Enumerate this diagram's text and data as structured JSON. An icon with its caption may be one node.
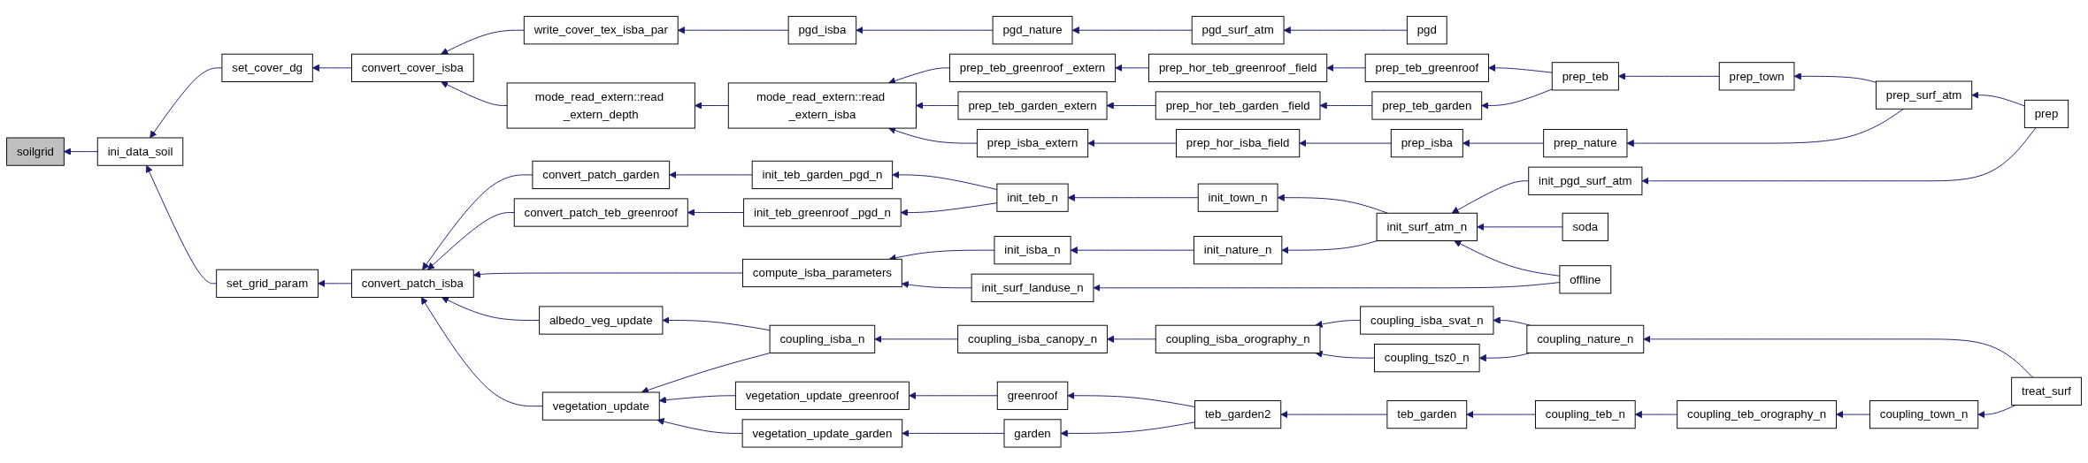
{
  "diagram": {
    "nodes": [
      {
        "text": [
          "soilgrid"
        ]
      },
      {
        "text": [
          "ini_data_soil"
        ]
      },
      {
        "text": [
          "set_cover_dg"
        ]
      },
      {
        "text": [
          "set_grid_param"
        ]
      },
      {
        "text": [
          "convert_cover_isba"
        ]
      },
      {
        "text": [
          "convert_patch_isba"
        ]
      },
      {
        "text": [
          "write_cover_tex_isba_par"
        ]
      },
      {
        "text": [
          "mode_read_extern::read _extern_depth"
        ]
      },
      {
        "text": [
          "convert_patch_garden"
        ]
      },
      {
        "text": [
          "convert_patch_teb_greenroof"
        ]
      },
      {
        "text": [
          "albedo_veg_update"
        ]
      },
      {
        "text": [
          "vegetation_update"
        ]
      },
      {
        "text": [
          "pgd_isba"
        ]
      },
      {
        "text": [
          "mode_read_extern::read _extern_isba"
        ]
      },
      {
        "text": [
          "init_teb_garden_pgd_n"
        ]
      },
      {
        "text": [
          "init_teb_greenroof _pgd_n"
        ]
      },
      {
        "text": [
          "compute_isba_parameters"
        ]
      },
      {
        "text": [
          "coupling_isba_n"
        ]
      },
      {
        "text": [
          "vegetation_update_greenroof"
        ]
      },
      {
        "text": [
          "vegetation_update_garden"
        ]
      },
      {
        "text": [
          "pgd_nature"
        ]
      },
      {
        "text": [
          "prep_teb_greenroof _extern"
        ]
      },
      {
        "text": [
          "prep_teb_garden_extern"
        ]
      },
      {
        "text": [
          "prep_isba_extern"
        ]
      },
      {
        "text": [
          "init_teb_n"
        ]
      },
      {
        "text": [
          "init_isba_n"
        ]
      },
      {
        "text": [
          "coupling_isba_canopy_n"
        ]
      },
      {
        "text": [
          "greenroof"
        ]
      },
      {
        "text": [
          "garden"
        ]
      },
      {
        "text": [
          "pgd_surf_atm"
        ]
      },
      {
        "text": [
          "prep_hor_teb_greenroof _field"
        ]
      },
      {
        "text": [
          "prep_hor_teb_garden _field"
        ]
      },
      {
        "text": [
          "prep_hor_isba_field"
        ]
      },
      {
        "text": [
          "init_town_n"
        ]
      },
      {
        "text": [
          "init_nature_n"
        ]
      },
      {
        "text": [
          "init_surf_landuse_n"
        ]
      },
      {
        "text": [
          "coupling_isba_orography_n"
        ]
      },
      {
        "text": [
          "teb_garden2"
        ]
      },
      {
        "text": [
          "pgd"
        ]
      },
      {
        "text": [
          "prep_teb_greenroof"
        ]
      },
      {
        "text": [
          "prep_teb_garden"
        ]
      },
      {
        "text": [
          "prep_isba"
        ]
      },
      {
        "text": [
          "init_surf_atm_n"
        ]
      },
      {
        "text": [
          "coupling_isba_svat_n"
        ]
      },
      {
        "text": [
          "coupling_tsz0_n"
        ]
      },
      {
        "text": [
          "teb_garden"
        ]
      },
      {
        "text": [
          "prep_teb"
        ]
      },
      {
        "text": [
          "soda"
        ]
      },
      {
        "text": [
          "offline"
        ]
      },
      {
        "text": [
          "coupling_nature_n"
        ]
      },
      {
        "text": [
          "coupling_teb_n"
        ]
      },
      {
        "text": [
          "prep_town"
        ]
      },
      {
        "text": [
          "prep_nature"
        ]
      },
      {
        "text": [
          "coupling_teb_orography_n"
        ]
      },
      {
        "text": [
          "prep_surf_atm"
        ]
      },
      {
        "text": [
          "init_pgd_surf_atm"
        ]
      },
      {
        "text": [
          "coupling_town_n"
        ]
      },
      {
        "text": [
          "prep"
        ]
      },
      {
        "text": [
          "treat_surf"
        ]
      }
    ],
    "edges": [
      {
        "from": 1,
        "to": 0,
        "arrow": "to"
      },
      {
        "from": 2,
        "to": 1,
        "arrow": "to"
      },
      {
        "from": 3,
        "to": 1,
        "arrow": "to"
      },
      {
        "from": 4,
        "to": 2,
        "arrow": "to"
      },
      {
        "from": 5,
        "to": 3,
        "arrow": "to"
      },
      {
        "from": 6,
        "to": 4,
        "arrow": "to"
      },
      {
        "from": 7,
        "to": 4,
        "arrow": "to"
      },
      {
        "from": 8,
        "to": 5,
        "arrow": "to"
      },
      {
        "from": 9,
        "to": 5,
        "arrow": "to"
      },
      {
        "from": 16,
        "to": 5,
        "arrow": "to"
      },
      {
        "from": 10,
        "to": 5,
        "arrow": "to"
      },
      {
        "from": 11,
        "to": 5,
        "arrow": "to"
      },
      {
        "from": 12,
        "to": 6,
        "arrow": "to"
      },
      {
        "from": 13,
        "to": 7,
        "arrow": "to"
      },
      {
        "from": 14,
        "to": 8,
        "arrow": "to"
      },
      {
        "from": 15,
        "to": 9,
        "arrow": "to"
      },
      {
        "from": 17,
        "to": 10,
        "arrow": "to"
      },
      {
        "from": 17,
        "to": 11,
        "arrow": "to"
      },
      {
        "from": 18,
        "to": 11,
        "arrow": "to"
      },
      {
        "from": 19,
        "to": 11,
        "arrow": "to"
      },
      {
        "from": 20,
        "to": 12,
        "arrow": "to"
      },
      {
        "from": 21,
        "to": 13,
        "arrow": "to"
      },
      {
        "from": 22,
        "to": 13,
        "arrow": "to"
      },
      {
        "from": 23,
        "to": 13,
        "arrow": "to"
      },
      {
        "from": 24,
        "to": 14,
        "arrow": "to"
      },
      {
        "from": 24,
        "to": 15,
        "arrow": "to"
      },
      {
        "from": 25,
        "to": 16,
        "arrow": "to"
      },
      {
        "from": 35,
        "to": 16,
        "arrow": "to"
      },
      {
        "from": 26,
        "to": 17,
        "arrow": "to"
      },
      {
        "from": 27,
        "to": 18,
        "arrow": "to"
      },
      {
        "from": 28,
        "to": 19,
        "arrow": "to"
      },
      {
        "from": 29,
        "to": 20,
        "arrow": "to"
      },
      {
        "from": 30,
        "to": 21,
        "arrow": "to"
      },
      {
        "from": 31,
        "to": 22,
        "arrow": "to"
      },
      {
        "from": 32,
        "to": 23,
        "arrow": "to"
      },
      {
        "from": 33,
        "to": 24,
        "arrow": "to"
      },
      {
        "from": 34,
        "to": 25,
        "arrow": "to"
      },
      {
        "from": 36,
        "to": 26,
        "arrow": "to"
      },
      {
        "from": 37,
        "to": 27,
        "arrow": "to"
      },
      {
        "from": 37,
        "to": 28,
        "arrow": "to"
      },
      {
        "from": 38,
        "to": 29,
        "arrow": "to"
      },
      {
        "from": 39,
        "to": 30,
        "arrow": "to"
      },
      {
        "from": 40,
        "to": 31,
        "arrow": "to"
      },
      {
        "from": 41,
        "to": 32,
        "arrow": "to"
      },
      {
        "from": 42,
        "to": 33,
        "arrow": "to"
      },
      {
        "from": 42,
        "to": 34,
        "arrow": "to"
      },
      {
        "from": 48,
        "to": 35,
        "arrow": "to"
      },
      {
        "from": 43,
        "to": 36,
        "arrow": "to"
      },
      {
        "from": 44,
        "to": 36,
        "arrow": "to"
      },
      {
        "from": 45,
        "to": 37,
        "arrow": "to"
      },
      {
        "from": 46,
        "to": 39,
        "arrow": "to"
      },
      {
        "from": 46,
        "to": 40,
        "arrow": "to"
      },
      {
        "from": 52,
        "to": 41,
        "arrow": "to"
      },
      {
        "from": 55,
        "to": 42,
        "arrow": "to"
      },
      {
        "from": 47,
        "to": 42,
        "arrow": "to"
      },
      {
        "from": 48,
        "to": 42,
        "arrow": "to"
      },
      {
        "from": 49,
        "to": 43,
        "arrow": "to"
      },
      {
        "from": 49,
        "to": 44,
        "arrow": "to"
      },
      {
        "from": 50,
        "to": 45,
        "arrow": "to"
      },
      {
        "from": 51,
        "to": 46,
        "arrow": "to"
      },
      {
        "from": 54,
        "to": 51,
        "arrow": "to"
      },
      {
        "from": 54,
        "to": 52,
        "arrow": "to"
      },
      {
        "from": 53,
        "to": 50,
        "arrow": "to"
      },
      {
        "from": 56,
        "to": 53,
        "arrow": "to"
      },
      {
        "from": 57,
        "to": 54,
        "arrow": "to"
      },
      {
        "from": 57,
        "to": 55,
        "arrow": "to"
      },
      {
        "from": 58,
        "to": 49,
        "arrow": "to"
      },
      {
        "from": 58,
        "to": 56,
        "arrow": "to"
      }
    ]
  }
}
